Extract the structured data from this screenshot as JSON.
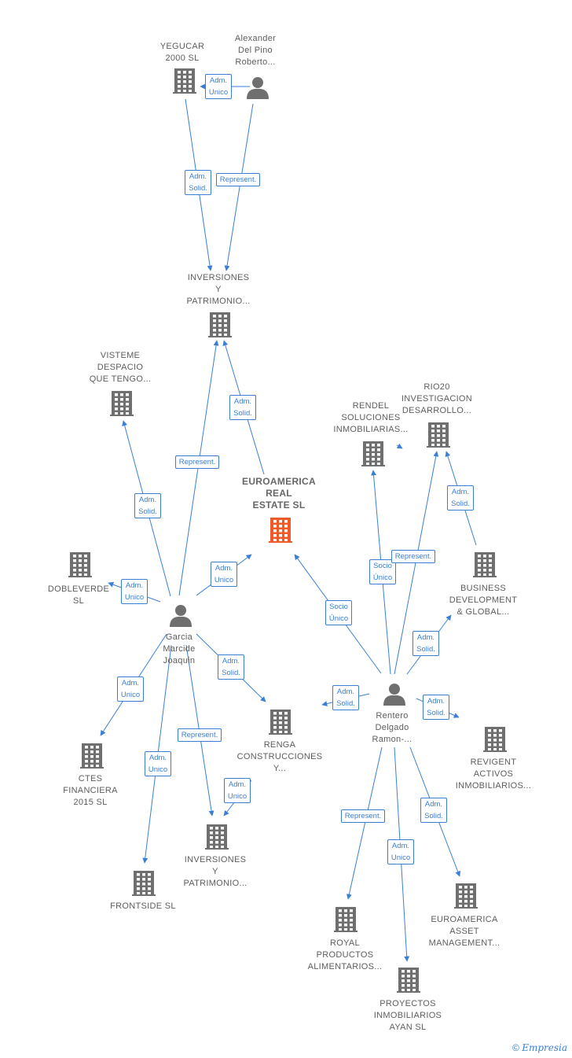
{
  "nodes": [
    {
      "id": "yegucar",
      "type": "company",
      "lines": [
        "YEGUCAR",
        "2000  SL"
      ]
    },
    {
      "id": "alexander",
      "type": "person",
      "lines": [
        "Alexander",
        "Del Pino",
        "Roberto..."
      ]
    },
    {
      "id": "inversiones1",
      "type": "company",
      "lines": [
        "INVERSIONES",
        "Y",
        "PATRIMONIO..."
      ]
    },
    {
      "id": "visteme",
      "type": "company",
      "lines": [
        "VISTEME",
        "DESPACIO",
        "QUE TENGO..."
      ]
    },
    {
      "id": "euroamerica",
      "type": "company",
      "focus": true,
      "lines": [
        "EUROAMERICA",
        "REAL",
        "ESTATE  SL"
      ]
    },
    {
      "id": "rendel",
      "type": "company",
      "lines": [
        "RENDEL",
        "SOLUCIONES",
        "INMOBILIARIAS..."
      ]
    },
    {
      "id": "rio20",
      "type": "company",
      "lines": [
        "RIO20",
        "INVESTIGACION",
        "DESARROLLO..."
      ]
    },
    {
      "id": "dobleverde",
      "type": "company",
      "lines": [
        "DOBLEVERDE",
        "SL"
      ]
    },
    {
      "id": "garcia",
      "type": "person",
      "lines": [
        "Garcia",
        "Marcide",
        "Joaquin"
      ]
    },
    {
      "id": "business",
      "type": "company",
      "lines": [
        "BUSINESS",
        "DEVELOPMENT",
        "& GLOBAL..."
      ]
    },
    {
      "id": "rentero",
      "type": "person",
      "lines": [
        "Rentero",
        "Delgado",
        "Ramon-..."
      ]
    },
    {
      "id": "renga",
      "type": "company",
      "lines": [
        "RENGA",
        "CONSTRUCCIONES",
        "Y..."
      ]
    },
    {
      "id": "revigent",
      "type": "company",
      "lines": [
        "REVIGENT",
        "ACTIVOS",
        "INMOBILIARIOS..."
      ]
    },
    {
      "id": "ctes",
      "type": "company",
      "lines": [
        "CTES",
        "FINANCIERA",
        "2015  SL"
      ]
    },
    {
      "id": "inversiones2",
      "type": "company",
      "lines": [
        "INVERSIONES",
        "Y",
        "PATRIMONIO..."
      ]
    },
    {
      "id": "frontside",
      "type": "company",
      "lines": [
        "FRONTSIDE  SL"
      ]
    },
    {
      "id": "royal",
      "type": "company",
      "lines": [
        "ROYAL",
        "PRODUCTOS",
        "ALIMENTARIOS..."
      ]
    },
    {
      "id": "euroasset",
      "type": "company",
      "lines": [
        "EUROAMERICA",
        "ASSET",
        "MANAGEMENT..."
      ]
    },
    {
      "id": "proyectos",
      "type": "company",
      "lines": [
        "PROYECTOS",
        "INMOBILIARIOS",
        "AYAN SL"
      ]
    }
  ],
  "edges": [
    {
      "from": "yegucar",
      "to": "inversiones1",
      "label": [
        "Adm.",
        "Solid."
      ]
    },
    {
      "from": "alexander",
      "to": "inversiones1",
      "label": [
        "Represent."
      ]
    },
    {
      "from": "alexander",
      "to": "yegucar",
      "label": [
        "Adm.",
        "Unico"
      ]
    },
    {
      "from": "garcia",
      "to": "inversiones1",
      "label": [
        "Represent."
      ]
    },
    {
      "from": "euroamerica",
      "to": "inversiones1",
      "label": [
        "Adm.",
        "Solid."
      ]
    },
    {
      "from": "garcia",
      "to": "visteme",
      "label": [
        "Adm.",
        "Solid."
      ]
    },
    {
      "from": "garcia",
      "to": "dobleverde",
      "label": [
        "Adm.",
        "Unico"
      ]
    },
    {
      "from": "garcia",
      "to": "euroamerica",
      "label": [
        "Adm.",
        "Unico"
      ]
    },
    {
      "from": "garcia",
      "to": "renga",
      "label": [
        "Adm.",
        "Solid."
      ]
    },
    {
      "from": "garcia",
      "to": "ctes",
      "label": [
        "Adm.",
        "Unico"
      ]
    },
    {
      "from": "garcia",
      "to": "inversiones2",
      "label": [
        "Represent."
      ]
    },
    {
      "from": "garcia",
      "to": "frontside",
      "label": [
        "Adm.",
        "Unico"
      ]
    },
    {
      "from": "renga",
      "to": "inversiones2",
      "label": [
        "Adm.",
        "Unico"
      ]
    },
    {
      "from": "rentero",
      "to": "euroamerica",
      "label": [
        "Socio",
        "Único"
      ]
    },
    {
      "from": "rentero",
      "to": "rendel",
      "label": [
        "Socio",
        "Único"
      ]
    },
    {
      "from": "rentero",
      "to": "rio20",
      "label": [
        "Represent."
      ]
    },
    {
      "from": "business",
      "to": "rio20",
      "label": [
        "Adm.",
        "Solid."
      ]
    },
    {
      "from": "rentero",
      "to": "business",
      "label": [
        "Adm.",
        "Solid."
      ]
    },
    {
      "from": "rentero",
      "to": "renga",
      "label": [
        "Adm.",
        "Solid."
      ]
    },
    {
      "from": "rentero",
      "to": "revigent",
      "label": [
        "Adm.",
        "Solid."
      ]
    },
    {
      "from": "rentero",
      "to": "royal",
      "label": [
        "Represent."
      ]
    },
    {
      "from": "rentero",
      "to": "proyectos",
      "label": [
        "Adm.",
        "Unico"
      ]
    },
    {
      "from": "rentero",
      "to": "euroasset",
      "label": [
        "Adm.",
        "Solid."
      ]
    },
    {
      "from": "rendel",
      "to": "rio20",
      "label": []
    }
  ],
  "colors": {
    "edge": "#3a7fd5",
    "company": "#6f6f6f",
    "person": "#6f6f6f",
    "focus": "#f05a28"
  },
  "footer": {
    "symbol": "©",
    "brand": "Empresia"
  }
}
